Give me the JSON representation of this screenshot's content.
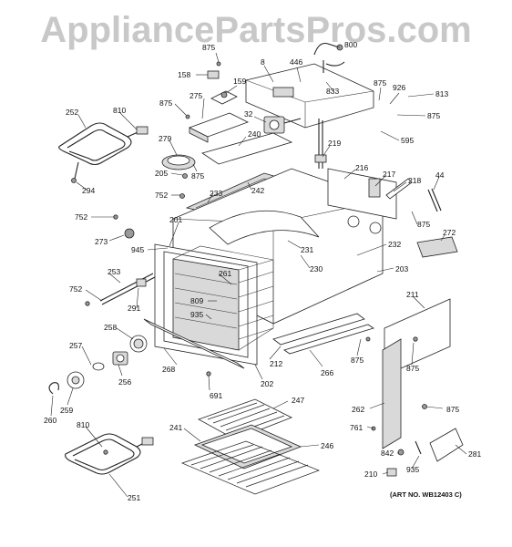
{
  "watermark": "AppliancePartsPros.com",
  "art_number": "(ART NO. WB12403 C)",
  "callouts": [
    {
      "id": "c-800",
      "label": "800"
    },
    {
      "id": "c-875a",
      "label": "875"
    },
    {
      "id": "c-8",
      "label": "8"
    },
    {
      "id": "c-446",
      "label": "446"
    },
    {
      "id": "c-158",
      "label": "158"
    },
    {
      "id": "c-159",
      "label": "159"
    },
    {
      "id": "c-833",
      "label": "833"
    },
    {
      "id": "c-875b",
      "label": "875"
    },
    {
      "id": "c-926",
      "label": "926"
    },
    {
      "id": "c-813",
      "label": "813"
    },
    {
      "id": "c-875c",
      "label": "875"
    },
    {
      "id": "c-875d",
      "label": "875"
    },
    {
      "id": "c-275",
      "label": "275"
    },
    {
      "id": "c-32",
      "label": "32"
    },
    {
      "id": "c-252",
      "label": "252"
    },
    {
      "id": "c-810a",
      "label": "810"
    },
    {
      "id": "c-279",
      "label": "279"
    },
    {
      "id": "c-240",
      "label": "240"
    },
    {
      "id": "c-595",
      "label": "595"
    },
    {
      "id": "c-219",
      "label": "219"
    },
    {
      "id": "c-205",
      "label": "205"
    },
    {
      "id": "c-875e",
      "label": "875"
    },
    {
      "id": "c-242",
      "label": "242"
    },
    {
      "id": "c-216",
      "label": "216"
    },
    {
      "id": "c-217",
      "label": "217"
    },
    {
      "id": "c-44",
      "label": "44"
    },
    {
      "id": "c-294",
      "label": "294"
    },
    {
      "id": "c-752a",
      "label": "752"
    },
    {
      "id": "c-233",
      "label": "233"
    },
    {
      "id": "c-218",
      "label": "218"
    },
    {
      "id": "c-752b",
      "label": "752"
    },
    {
      "id": "c-201",
      "label": "201"
    },
    {
      "id": "c-875f",
      "label": "875"
    },
    {
      "id": "c-273",
      "label": "273"
    },
    {
      "id": "c-945",
      "label": "945"
    },
    {
      "id": "c-231",
      "label": "231"
    },
    {
      "id": "c-272",
      "label": "272"
    },
    {
      "id": "c-232",
      "label": "232"
    },
    {
      "id": "c-230",
      "label": "230"
    },
    {
      "id": "c-203",
      "label": "203"
    },
    {
      "id": "c-253",
      "label": "253"
    },
    {
      "id": "c-261",
      "label": "261"
    },
    {
      "id": "c-752c",
      "label": "752"
    },
    {
      "id": "c-291",
      "label": "291"
    },
    {
      "id": "c-211",
      "label": "211"
    },
    {
      "id": "c-809",
      "label": "809"
    },
    {
      "id": "c-935a",
      "label": "935"
    },
    {
      "id": "c-258",
      "label": "258"
    },
    {
      "id": "c-257",
      "label": "257"
    },
    {
      "id": "c-268",
      "label": "268"
    },
    {
      "id": "c-212",
      "label": "212"
    },
    {
      "id": "c-266",
      "label": "266"
    },
    {
      "id": "c-875g",
      "label": "875"
    },
    {
      "id": "c-875h",
      "label": "875"
    },
    {
      "id": "c-256",
      "label": "256"
    },
    {
      "id": "c-202",
      "label": "202"
    },
    {
      "id": "c-691",
      "label": "691"
    },
    {
      "id": "c-259",
      "label": "259"
    },
    {
      "id": "c-247",
      "label": "247"
    },
    {
      "id": "c-262",
      "label": "262"
    },
    {
      "id": "c-875i",
      "label": "875"
    },
    {
      "id": "c-260",
      "label": "260"
    },
    {
      "id": "c-241",
      "label": "241"
    },
    {
      "id": "c-761",
      "label": "761"
    },
    {
      "id": "c-810b",
      "label": "810"
    },
    {
      "id": "c-246",
      "label": "246"
    },
    {
      "id": "c-842",
      "label": "842"
    },
    {
      "id": "c-281",
      "label": "281"
    },
    {
      "id": "c-935b",
      "label": "935"
    },
    {
      "id": "c-210",
      "label": "210"
    },
    {
      "id": "c-251",
      "label": "251"
    }
  ]
}
